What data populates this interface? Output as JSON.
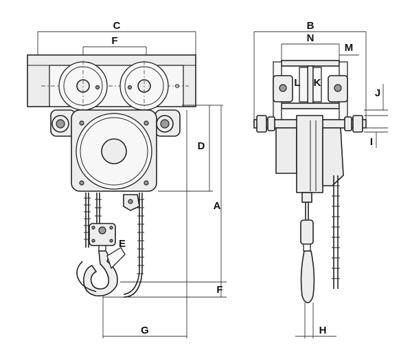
{
  "dimension_labels": {
    "A": "A",
    "B": "B",
    "C": "C",
    "D": "D",
    "E": "E",
    "F_top": "F",
    "F_side": "F",
    "G": "G",
    "H": "H",
    "I": "I",
    "J": "J",
    "K": "K",
    "L": "L",
    "M": "M",
    "N": "N"
  }
}
